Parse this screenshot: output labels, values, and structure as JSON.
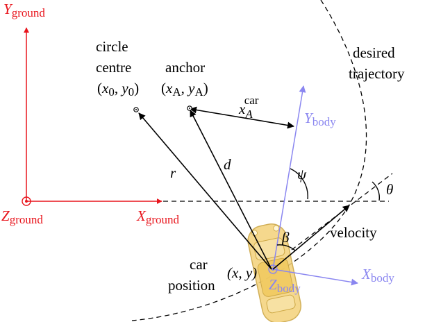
{
  "colors": {
    "ground": "#e8141c",
    "body": "#8a86f0",
    "ink": "#000000",
    "car_fill": "#f4d27a",
    "car_stroke": "#c9a23c"
  },
  "ground_frame": {
    "y_axis": {
      "symbol": "Y",
      "subscript": "ground"
    },
    "x_axis": {
      "symbol": "X",
      "subscript": "ground"
    },
    "z_axis": {
      "symbol": "Z",
      "subscript": "ground"
    }
  },
  "body_frame": {
    "y_axis": {
      "symbol": "Y",
      "subscript": "body"
    },
    "x_axis": {
      "symbol": "X",
      "subscript": "body"
    },
    "z_axis": {
      "symbol": "Z",
      "subscript": "body"
    }
  },
  "circle_centre": {
    "line1": "circle",
    "line2": "centre",
    "coords": {
      "open": "(",
      "x": "x",
      "x_sub": "0",
      "sep": ", ",
      "y": "y",
      "y_sub": "0",
      "close": ")"
    }
  },
  "anchor": {
    "label": "anchor",
    "coords": {
      "open": "(",
      "x": "x",
      "x_sub": "A",
      "sep": ", ",
      "y": "y",
      "y_sub": "A",
      "close": ")"
    }
  },
  "distance_label": {
    "symbol": "x",
    "subscript": "A",
    "superscript": "car"
  },
  "vectors": {
    "r": "r",
    "d": "d"
  },
  "angles": {
    "psi": "ψ",
    "beta": "β",
    "theta": "θ"
  },
  "velocity_label": "velocity",
  "trajectory_label": {
    "line1": "desired",
    "line2": "trajectory"
  },
  "car_position": {
    "line1": "car",
    "line2": "position",
    "coords": "(x, y)"
  }
}
